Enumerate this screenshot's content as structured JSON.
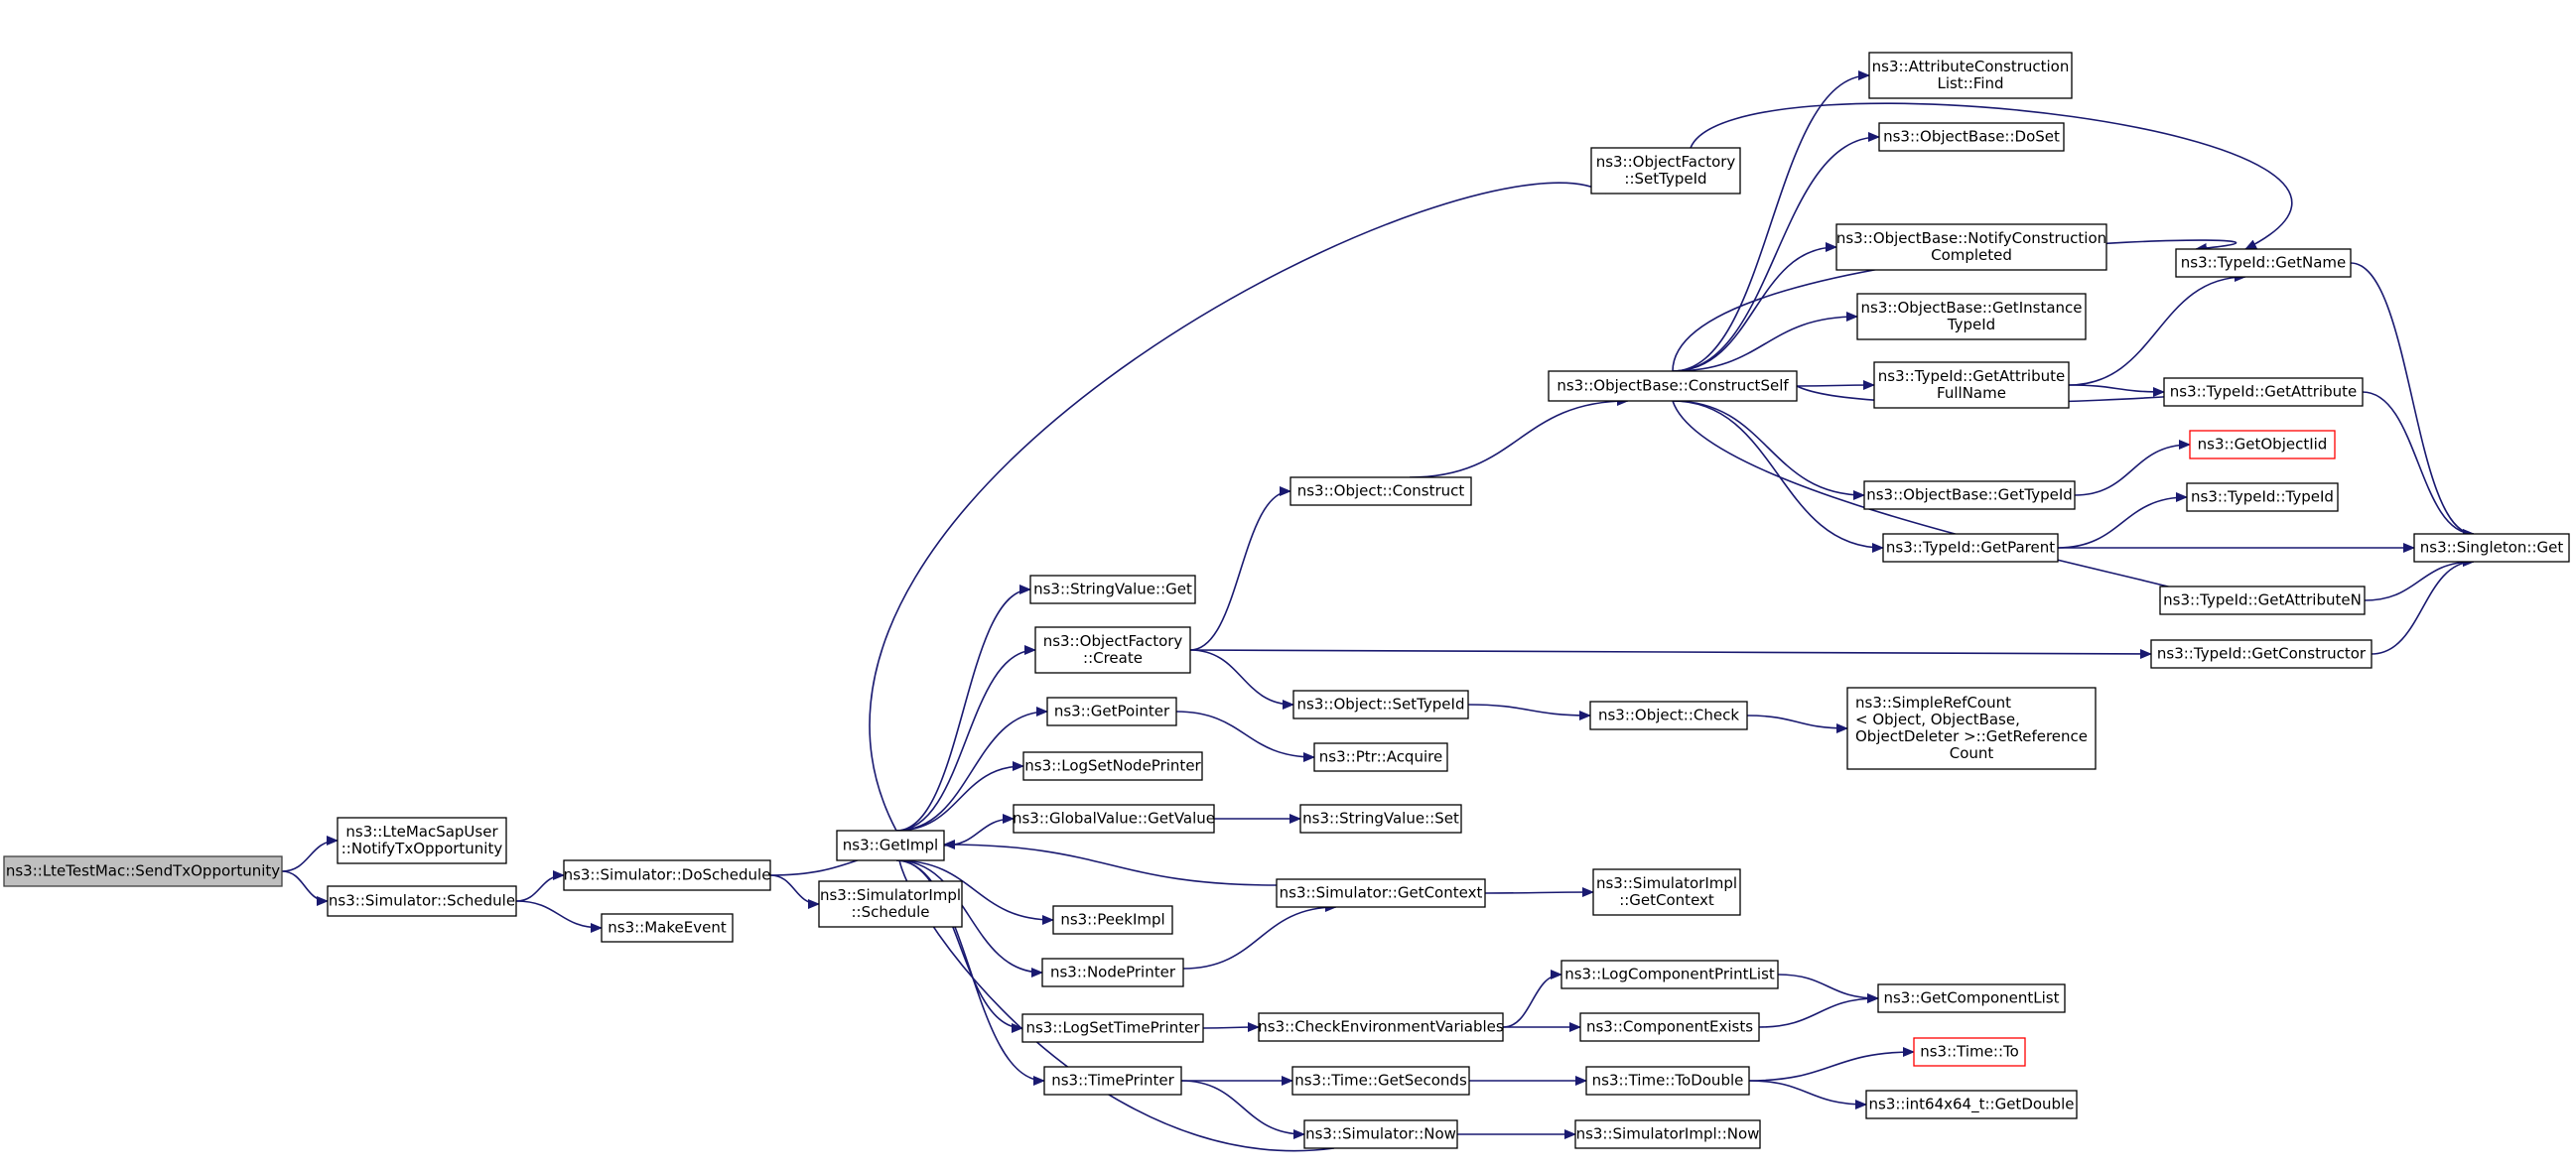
{
  "diagram": {
    "colors": {
      "edge": "#191970",
      "border": "#000000",
      "root_fill": "#bfbfbf",
      "external_border": "#ff0000"
    },
    "nodes": [
      {
        "id": "n_send",
        "lines": [
          "ns3::LteTestMac::SendTxOpportunity"
        ],
        "root": true
      },
      {
        "id": "n_notify",
        "lines": [
          "ns3::LteMacSapUser",
          "::NotifyTxOpportunity"
        ]
      },
      {
        "id": "n_sched",
        "lines": [
          "ns3::Simulator::Schedule"
        ]
      },
      {
        "id": "n_dosched",
        "lines": [
          "ns3::Simulator::DoSchedule"
        ]
      },
      {
        "id": "n_makeevent",
        "lines": [
          "ns3::MakeEvent"
        ]
      },
      {
        "id": "n_getimpl",
        "lines": [
          "ns3::GetImpl"
        ]
      },
      {
        "id": "n_simimpl_sched",
        "lines": [
          "ns3::SimulatorImpl",
          "::Schedule"
        ]
      },
      {
        "id": "n_strget",
        "lines": [
          "ns3::StringValue::Get"
        ]
      },
      {
        "id": "n_ofcreate",
        "lines": [
          "ns3::ObjectFactory",
          "::Create"
        ]
      },
      {
        "id": "n_getpointer",
        "lines": [
          "ns3::GetPointer"
        ]
      },
      {
        "id": "n_lognode",
        "lines": [
          "ns3::LogSetNodePrinter"
        ]
      },
      {
        "id": "n_gvget",
        "lines": [
          "ns3::GlobalValue::GetValue"
        ]
      },
      {
        "id": "n_peekimpl",
        "lines": [
          "ns3::PeekImpl"
        ]
      },
      {
        "id": "n_nodeprinter",
        "lines": [
          "ns3::NodePrinter"
        ]
      },
      {
        "id": "n_logtime",
        "lines": [
          "ns3::LogSetTimePrinter"
        ]
      },
      {
        "id": "n_timeprinter",
        "lines": [
          "ns3::TimePrinter"
        ]
      },
      {
        "id": "n_ofsettype",
        "lines": [
          "ns3::ObjectFactory",
          "::SetTypeId"
        ]
      },
      {
        "id": "n_objconstruct",
        "lines": [
          "ns3::Object::Construct"
        ]
      },
      {
        "id": "n_objsettype",
        "lines": [
          "ns3::Object::SetTypeId"
        ]
      },
      {
        "id": "n_ptracq",
        "lines": [
          "ns3::Ptr::Acquire"
        ]
      },
      {
        "id": "n_strset",
        "lines": [
          "ns3::StringValue::Set"
        ]
      },
      {
        "id": "n_getcontext",
        "lines": [
          "ns3::Simulator::GetContext"
        ]
      },
      {
        "id": "n_checkenv",
        "lines": [
          "ns3::CheckEnvironmentVariables"
        ]
      },
      {
        "id": "n_getseconds",
        "lines": [
          "ns3::Time::GetSeconds"
        ]
      },
      {
        "id": "n_simnow",
        "lines": [
          "ns3::Simulator::Now"
        ]
      },
      {
        "id": "n_constructself",
        "lines": [
          "ns3::ObjectBase::ConstructSelf"
        ]
      },
      {
        "id": "n_objcheck",
        "lines": [
          "ns3::Object::Check"
        ]
      },
      {
        "id": "n_simimpl_ctx",
        "lines": [
          "ns3::SimulatorImpl",
          "::GetContext"
        ]
      },
      {
        "id": "n_logcomp",
        "lines": [
          "ns3::LogComponentPrintList"
        ]
      },
      {
        "id": "n_compexists",
        "lines": [
          "ns3::ComponentExists"
        ]
      },
      {
        "id": "n_todouble",
        "lines": [
          "ns3::Time::ToDouble"
        ]
      },
      {
        "id": "n_simimpl_now",
        "lines": [
          "ns3::SimulatorImpl::Now"
        ]
      },
      {
        "id": "n_acfind",
        "lines": [
          "ns3::AttributeConstruction",
          "List::Find"
        ]
      },
      {
        "id": "n_doset",
        "lines": [
          "ns3::ObjectBase::DoSet"
        ]
      },
      {
        "id": "n_notifycc",
        "lines": [
          "ns3::ObjectBase::NotifyConstruction",
          "Completed"
        ]
      },
      {
        "id": "n_getinst",
        "lines": [
          "ns3::ObjectBase::GetInstance",
          "TypeId"
        ]
      },
      {
        "id": "n_getattrfull",
        "lines": [
          "ns3::TypeId::GetAttribute",
          "FullName"
        ]
      },
      {
        "id": "n_obgettypeid",
        "lines": [
          "ns3::ObjectBase::GetTypeId"
        ]
      },
      {
        "id": "n_getparent",
        "lines": [
          "ns3::TypeId::GetParent"
        ]
      },
      {
        "id": "n_simplerefcount",
        "lines": [
          "ns3::SimpleRefCount",
          "< Object, ObjectBase,",
          "ObjectDeleter >::GetReference",
          "Count"
        ]
      },
      {
        "id": "n_getcomplist",
        "lines": [
          "ns3::GetComponentList"
        ]
      },
      {
        "id": "n_timeto",
        "lines": [
          "ns3::Time::To"
        ],
        "external": true
      },
      {
        "id": "n_int64",
        "lines": [
          "ns3::int64x64_t::GetDouble"
        ]
      },
      {
        "id": "n_getname",
        "lines": [
          "ns3::TypeId::GetName"
        ]
      },
      {
        "id": "n_getattr",
        "lines": [
          "ns3::TypeId::GetAttribute"
        ]
      },
      {
        "id": "n_getobjectiid",
        "lines": [
          "ns3::GetObjectIid"
        ],
        "external": true
      },
      {
        "id": "n_typeidctor",
        "lines": [
          "ns3::TypeId::TypeId"
        ]
      },
      {
        "id": "n_getattrn",
        "lines": [
          "ns3::TypeId::GetAttributeN"
        ]
      },
      {
        "id": "n_getctor",
        "lines": [
          "ns3::TypeId::GetConstructor"
        ]
      },
      {
        "id": "n_singleton",
        "lines": [
          "ns3::Singleton::Get"
        ]
      }
    ],
    "edges": [
      [
        "n_send",
        "n_notify"
      ],
      [
        "n_send",
        "n_sched"
      ],
      [
        "n_sched",
        "n_dosched"
      ],
      [
        "n_sched",
        "n_makeevent"
      ],
      [
        "n_dosched",
        "n_getimpl"
      ],
      [
        "n_dosched",
        "n_simimpl_sched"
      ],
      [
        "n_getimpl",
        "n_ofsettype"
      ],
      [
        "n_getimpl",
        "n_strget"
      ],
      [
        "n_getimpl",
        "n_ofcreate"
      ],
      [
        "n_getimpl",
        "n_getpointer"
      ],
      [
        "n_getimpl",
        "n_lognode"
      ],
      [
        "n_getimpl",
        "n_gvget"
      ],
      [
        "n_getimpl",
        "n_peekimpl"
      ],
      [
        "n_getimpl",
        "n_nodeprinter"
      ],
      [
        "n_getimpl",
        "n_logtime"
      ],
      [
        "n_getimpl",
        "n_timeprinter"
      ],
      [
        "n_ofcreate",
        "n_objconstruct"
      ],
      [
        "n_ofcreate",
        "n_objsettype"
      ],
      [
        "n_ofcreate",
        "n_getctor"
      ],
      [
        "n_getpointer",
        "n_ptracq"
      ],
      [
        "n_gvget",
        "n_strset"
      ],
      [
        "n_getcontext",
        "n_getimpl"
      ],
      [
        "n_getcontext",
        "n_simimpl_ctx"
      ],
      [
        "n_nodeprinter",
        "n_getcontext"
      ],
      [
        "n_logtime",
        "n_checkenv"
      ],
      [
        "n_checkenv",
        "n_logcomp"
      ],
      [
        "n_checkenv",
        "n_compexists"
      ],
      [
        "n_timeprinter",
        "n_getseconds"
      ],
      [
        "n_timeprinter",
        "n_simnow"
      ],
      [
        "n_getseconds",
        "n_todouble"
      ],
      [
        "n_simnow",
        "n_getimpl"
      ],
      [
        "n_simnow",
        "n_simimpl_now"
      ],
      [
        "n_objconstruct",
        "n_constructself"
      ],
      [
        "n_objsettype",
        "n_objcheck"
      ],
      [
        "n_objcheck",
        "n_simplerefcount"
      ],
      [
        "n_logcomp",
        "n_getcomplist"
      ],
      [
        "n_compexists",
        "n_getcomplist"
      ],
      [
        "n_todouble",
        "n_timeto"
      ],
      [
        "n_todouble",
        "n_int64"
      ],
      [
        "n_ofsettype",
        "n_getname"
      ],
      [
        "n_constructself",
        "n_acfind"
      ],
      [
        "n_constructself",
        "n_doset"
      ],
      [
        "n_constructself",
        "n_getname"
      ],
      [
        "n_constructself",
        "n_notifycc"
      ],
      [
        "n_constructself",
        "n_getinst"
      ],
      [
        "n_constructself",
        "n_getattrfull"
      ],
      [
        "n_constructself",
        "n_getattr"
      ],
      [
        "n_constructself",
        "n_obgettypeid"
      ],
      [
        "n_constructself",
        "n_getparent"
      ],
      [
        "n_constructself",
        "n_getattrn"
      ],
      [
        "n_getattrfull",
        "n_getname"
      ],
      [
        "n_getattrfull",
        "n_getattr"
      ],
      [
        "n_obgettypeid",
        "n_getobjectiid"
      ],
      [
        "n_getparent",
        "n_typeidctor"
      ],
      [
        "n_getparent",
        "n_singleton"
      ],
      [
        "n_getname",
        "n_singleton"
      ],
      [
        "n_getattr",
        "n_singleton"
      ],
      [
        "n_getattrn",
        "n_singleton"
      ],
      [
        "n_getctor",
        "n_singleton"
      ]
    ]
  }
}
